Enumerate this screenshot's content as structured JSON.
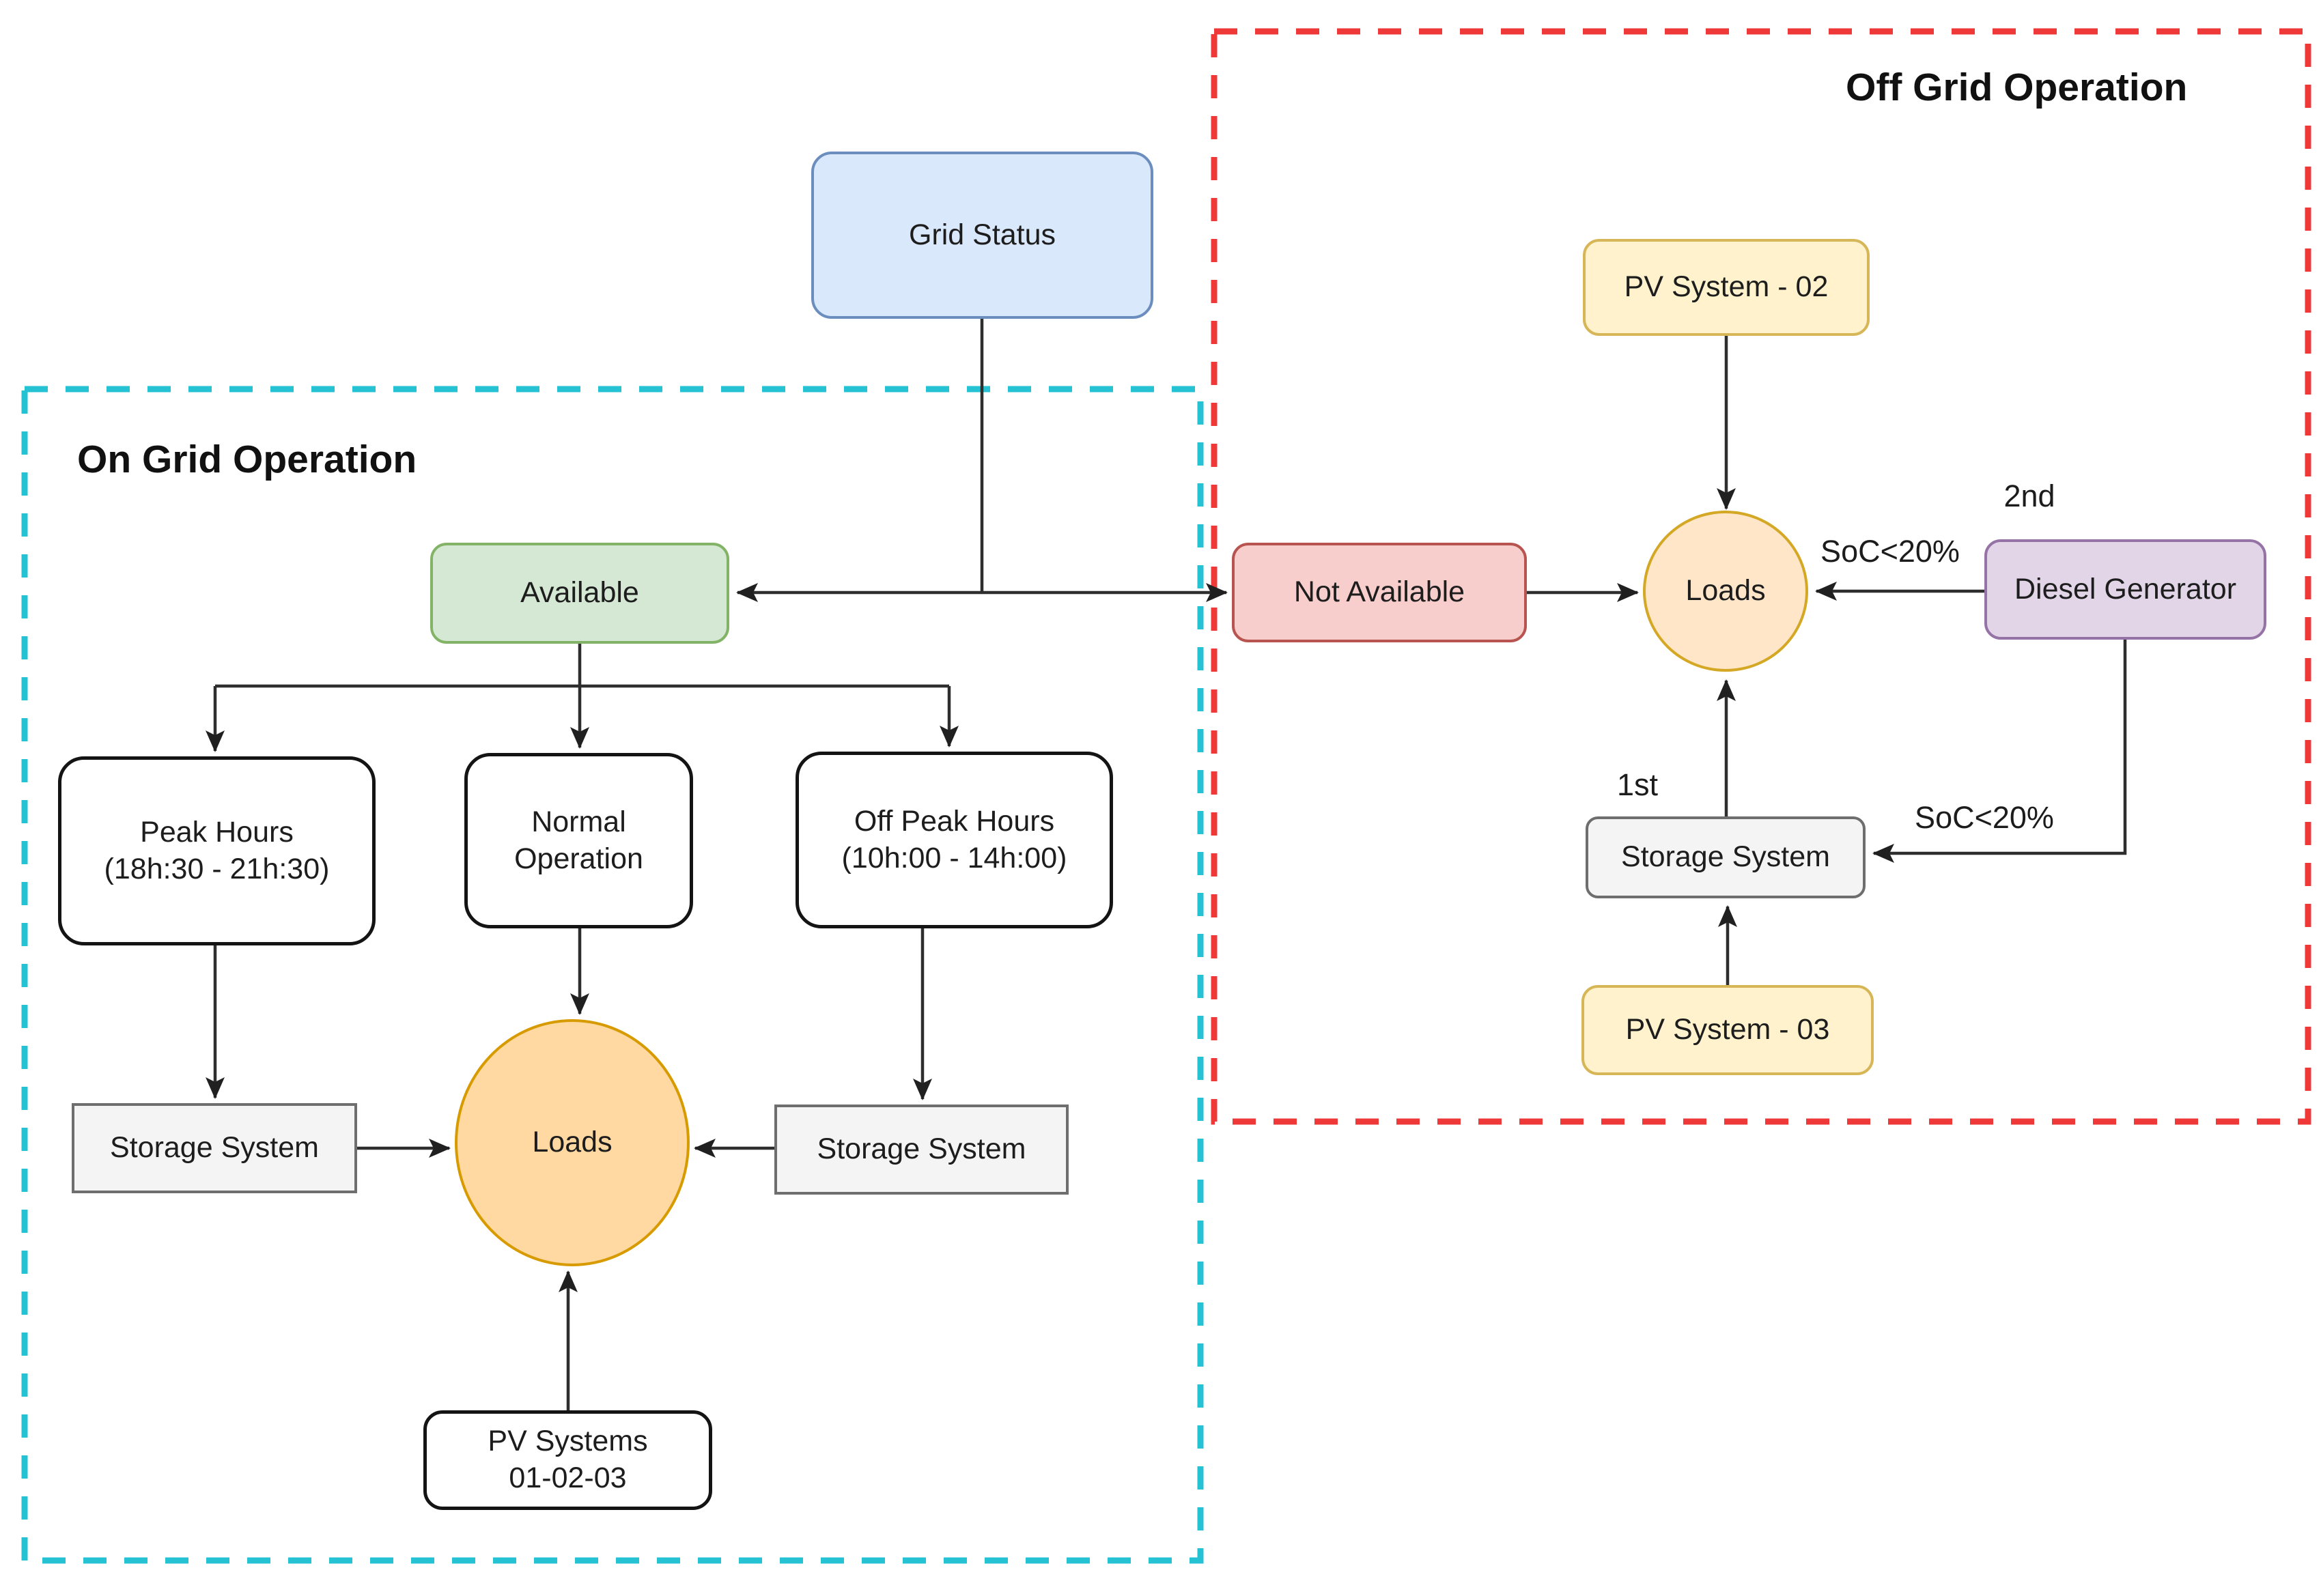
{
  "diagram_type": "flowchart",
  "titles": {
    "on_grid": "On Grid Operation",
    "off_grid": "Off Grid Operation"
  },
  "nodes": {
    "grid_status": {
      "label": "Grid Status"
    },
    "available": {
      "label": "Available"
    },
    "not_available": {
      "label": "Not Available"
    },
    "peak_hours": {
      "line1": "Peak Hours",
      "line2": "(18h:30 - 21h:30)"
    },
    "normal_operation": {
      "line1": "Normal",
      "line2": "Operation"
    },
    "off_peak_hours": {
      "line1": "Off Peak Hours",
      "line2": "(10h:00 - 14h:00)"
    },
    "storage_system_peak": {
      "label": "Storage System"
    },
    "storage_system_off_peak": {
      "label": "Storage System"
    },
    "loads_on_grid": {
      "label": "Loads"
    },
    "pv_systems_on_grid": {
      "line1": "PV Systems",
      "line2": "01-02-03"
    },
    "pv_system_02": {
      "label": "PV System - 02"
    },
    "pv_system_03": {
      "label": "PV System - 03"
    },
    "loads_off_grid": {
      "label": "Loads"
    },
    "diesel_generator": {
      "label": "Diesel Generator"
    },
    "storage_system_off_grid": {
      "label": "Storage System"
    }
  },
  "edge_labels": {
    "soc_diesel_to_loads": "SoC<20%",
    "soc_diesel_to_storage": "SoC<20%",
    "priority_first": "1st",
    "priority_second": "2nd"
  },
  "edges": [
    {
      "from": "grid_status",
      "to": "available"
    },
    {
      "from": "grid_status",
      "to": "not_available"
    },
    {
      "from": "available",
      "to": "peak_hours"
    },
    {
      "from": "available",
      "to": "normal_operation"
    },
    {
      "from": "available",
      "to": "off_peak_hours"
    },
    {
      "from": "peak_hours",
      "to": "storage_system_peak"
    },
    {
      "from": "normal_operation",
      "to": "loads_on_grid"
    },
    {
      "from": "off_peak_hours",
      "to": "storage_system_off_peak"
    },
    {
      "from": "storage_system_peak",
      "to": "loads_on_grid"
    },
    {
      "from": "storage_system_off_peak",
      "to": "loads_on_grid"
    },
    {
      "from": "pv_systems_on_grid",
      "to": "loads_on_grid"
    },
    {
      "from": "not_available",
      "to": "loads_off_grid"
    },
    {
      "from": "pv_system_02",
      "to": "loads_off_grid"
    },
    {
      "from": "diesel_generator",
      "to": "loads_off_grid",
      "label": "SoC<20%",
      "priority": "2nd"
    },
    {
      "from": "storage_system_off_grid",
      "to": "loads_off_grid",
      "priority": "1st"
    },
    {
      "from": "diesel_generator",
      "to": "storage_system_off_grid",
      "label": "SoC<20%"
    },
    {
      "from": "pv_system_03",
      "to": "storage_system_off_grid"
    }
  ],
  "colors": {
    "on_grid_region_border": "#25c2d4",
    "off_grid_region_border": "#ef3838",
    "grid_status_fill": "#dae8fc",
    "grid_status_border": "#6c8ebf",
    "available_fill": "#d5e8d4",
    "available_border": "#82b366",
    "not_available_fill": "#f8cecc",
    "not_available_border": "#b85450",
    "pv_fill": "#fff2cc",
    "pv_border": "#d6b656",
    "diesel_fill": "#e1d5e7",
    "diesel_border": "#9673a6",
    "storage_fill": "#f4f4f4",
    "storage_border": "#6e6e6e",
    "loads_on_grid_fill": "#ffd9a1",
    "loads_on_grid_border": "#d79b00",
    "loads_off_grid_fill": "#ffe6c9",
    "loads_off_grid_border": "#d4a825",
    "connector": "#2e2e2e",
    "text": "#1d1d1d"
  }
}
